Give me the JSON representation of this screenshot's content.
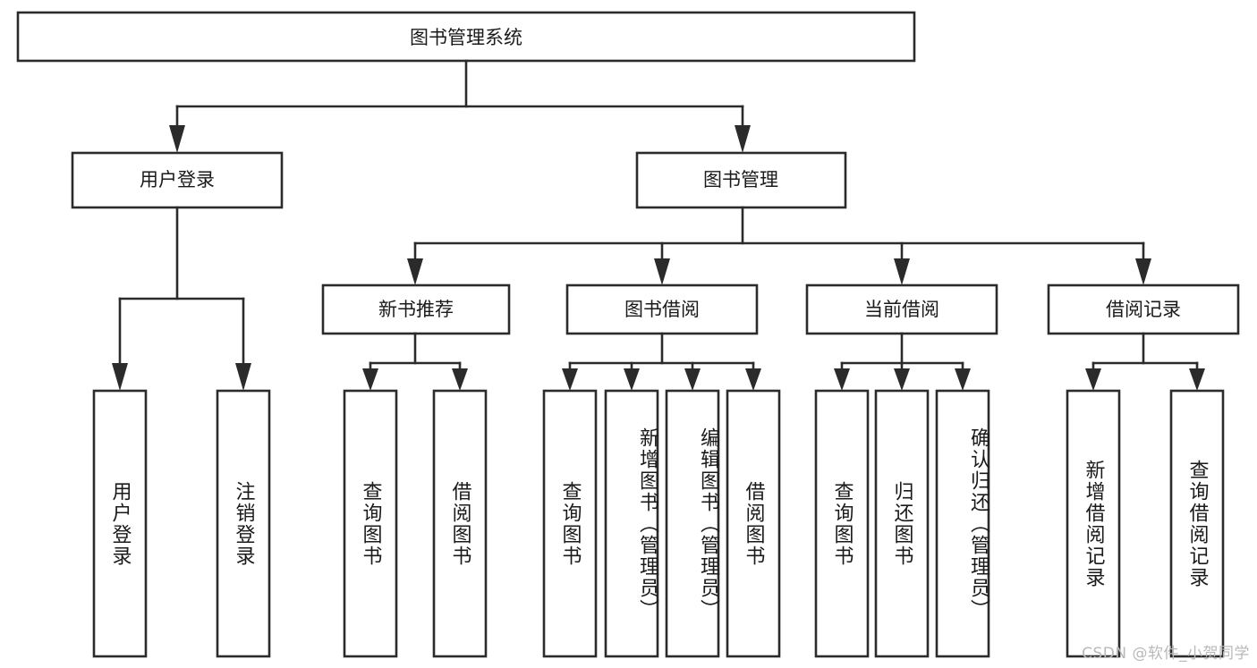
{
  "diagram": {
    "type": "hierarchy-tree",
    "title": "图书管理系统",
    "watermark": "CSDN @软件_小贺同学",
    "root": {
      "label": "图书管理系统"
    },
    "level2": [
      {
        "label": "用户登录"
      },
      {
        "label": "图书管理"
      }
    ],
    "level3": [
      {
        "label": "新书推荐"
      },
      {
        "label": "图书借阅"
      },
      {
        "label": "当前借阅"
      },
      {
        "label": "借阅记录"
      }
    ],
    "leaves": {
      "user_login": [
        {
          "label": "用户登录"
        },
        {
          "label": "注销登录"
        }
      ],
      "new_book_recommend": [
        {
          "label": "查询图书"
        },
        {
          "label": "借阅图书"
        }
      ],
      "book_borrow": [
        {
          "label": "查询图书"
        },
        {
          "label": "新增图书（管理员）"
        },
        {
          "label": "编辑图书（管理员）"
        },
        {
          "label": "借阅图书"
        }
      ],
      "current_borrow": [
        {
          "label": "查询图书"
        },
        {
          "label": "归还图书"
        },
        {
          "label": "确认归还（管理员）"
        }
      ],
      "borrow_record": [
        {
          "label": "新增借阅记录"
        },
        {
          "label": "查询借阅记录"
        }
      ]
    },
    "colors": {
      "stroke": "#2b2b2b",
      "box_fill": "#ffffff",
      "text": "#1a1a1a",
      "background": "#ffffff",
      "watermark": "#b9b9b9"
    }
  }
}
